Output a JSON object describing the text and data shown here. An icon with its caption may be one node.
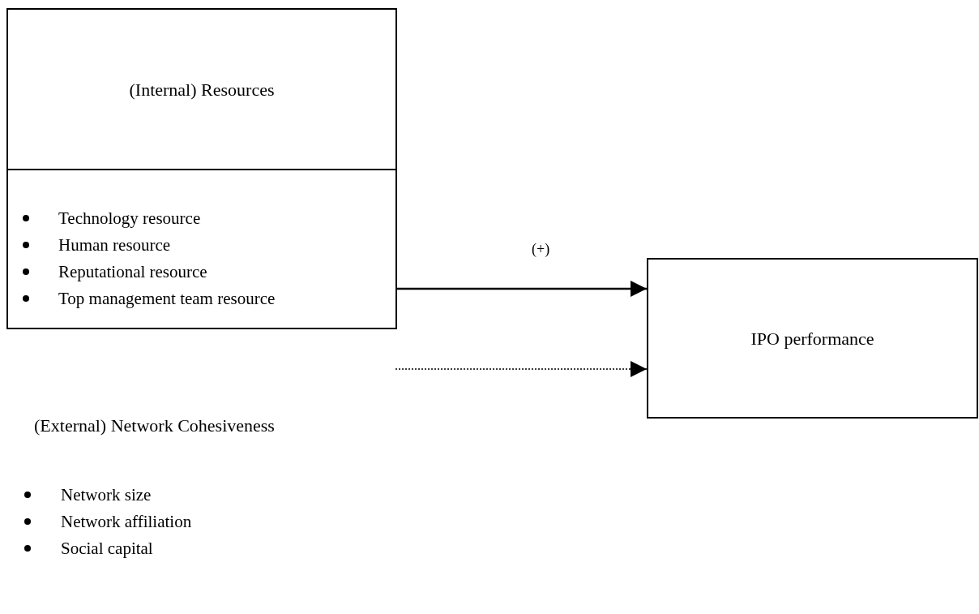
{
  "diagram": {
    "nodes": [
      {
        "text": [
          "(Internal) Resources",
          "Technology resource",
          "Human resource",
          "Reputational resource",
          "Top management team resource"
        ]
      },
      {
        "text": [
          "IPO performance"
        ]
      }
    ],
    "edges": [
      {
        "from": 0,
        "to": 1,
        "arrow": "to",
        "label": "(+)"
      },
      {
        "from": null,
        "to": 1,
        "arrow": "to",
        "style": "dashed"
      }
    ],
    "labels": [
      "(External) Network Cohesiveness",
      "Network size",
      "Network affiliation",
      "Social capital"
    ]
  }
}
